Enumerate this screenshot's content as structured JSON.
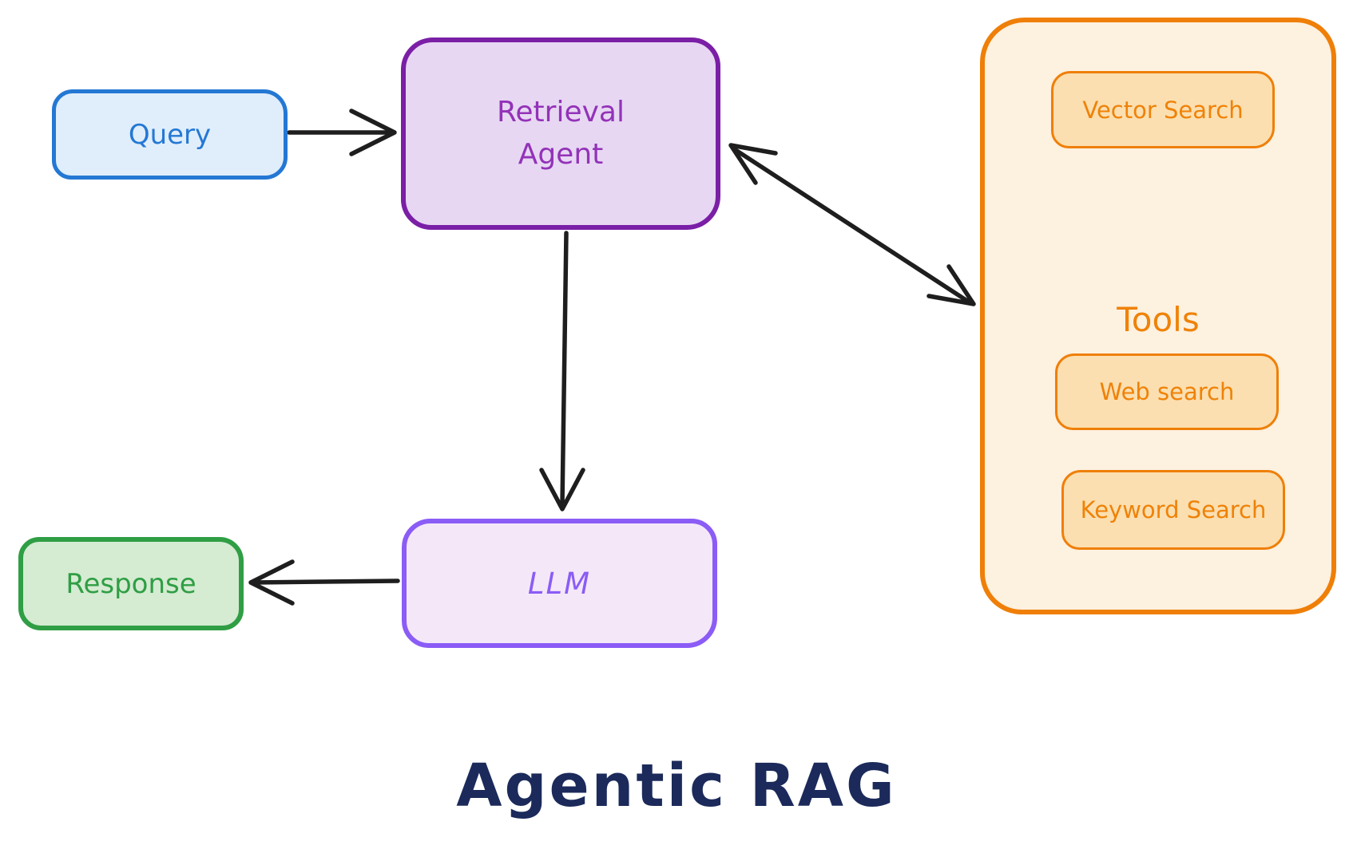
{
  "title": "Agentic RAG",
  "nodes": {
    "query": {
      "label": "Query"
    },
    "retrieval_agent": {
      "label": "Retrieval\nAgent"
    },
    "llm": {
      "label": "LLM"
    },
    "response": {
      "label": "Response"
    }
  },
  "tools": {
    "label": "Tools",
    "items": [
      {
        "label": "Vector Search"
      },
      {
        "label": "Web search"
      },
      {
        "label": "Keyword Search"
      }
    ]
  },
  "edges": [
    {
      "from": "Query",
      "to": "Retrieval Agent",
      "direction": "one-way"
    },
    {
      "from": "Retrieval Agent",
      "to": "Tools",
      "direction": "two-way"
    },
    {
      "from": "Retrieval Agent",
      "to": "LLM",
      "direction": "one-way"
    },
    {
      "from": "LLM",
      "to": "Response",
      "direction": "one-way"
    }
  ],
  "colors": {
    "blue-stroke": "#2478d4",
    "blue-fill": "#e0eefb",
    "blue-text": "#2478d4",
    "purple-stroke": "#7a1fa6",
    "purple-fill": "#e7d7f3",
    "purple-text": "#9332b8",
    "violet-stroke": "#8b5cf6",
    "violet-fill": "#f4e8f8",
    "violet-text": "#8b5cf6",
    "green-stroke": "#2f9e44",
    "green-fill": "#d5ebd2",
    "green-text": "#2f9e44",
    "orange-stroke": "#ef7f08",
    "orange-panel-fill": "#fdf1e0",
    "orange-box-fill": "#fbdfb0",
    "orange-text": "#ef8208",
    "arrow-color": "#1e1e1e",
    "title-color": "#1b2a5a"
  }
}
